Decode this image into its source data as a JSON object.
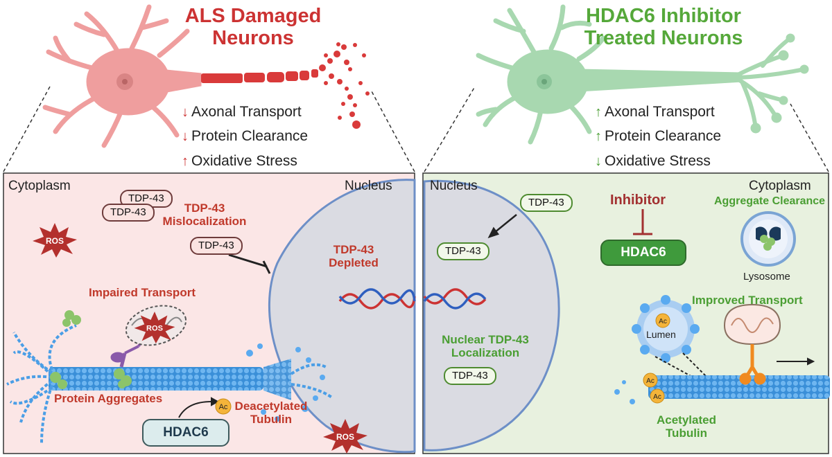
{
  "left": {
    "title_line1": "ALS Damaged",
    "title_line2": "Neurons",
    "effects": [
      {
        "arrow": "↓",
        "text": "Axonal Transport"
      },
      {
        "arrow": "↓",
        "text": "Protein Clearance"
      },
      {
        "arrow": "↑",
        "text": "Oxidative Stress"
      }
    ],
    "cytoplasm_label": "Cytoplasm",
    "nucleus_label": "Nucleus",
    "tdp_pills": [
      "TDP-43",
      "TDP-43",
      "TDP-43"
    ],
    "mislocalization_line1": "TDP-43",
    "mislocalization_line2": "Mislocalization",
    "depleted_line1": "TDP-43",
    "depleted_line2": "Depleted",
    "ros_label": "ROS",
    "impaired_transport": "Impaired Transport",
    "protein_aggregates": "Protein Aggregates",
    "ac_label": "Ac",
    "deacetylated_line1": "Deacetylated",
    "deacetylated_line2": "Tubulin",
    "hdac6": "HDAC6",
    "colors": {
      "accent": "#cc3333",
      "panel_bg": "#fbe6e6"
    }
  },
  "right": {
    "title_line1": "HDAC6 Inhibitor",
    "title_line2": "Treated Neurons",
    "effects": [
      {
        "arrow": "↑",
        "text": "Axonal Transport"
      },
      {
        "arrow": "↑",
        "text": "Protein Clearance"
      },
      {
        "arrow": "↓",
        "text": "Oxidative Stress"
      }
    ],
    "nucleus_label": "Nucleus",
    "cytoplasm_label": "Cytoplasm",
    "tdp_pills": [
      "TDP-43",
      "TDP-43",
      "TDP-43"
    ],
    "inhibitor": "Inhibitor",
    "hdac6": "HDAC6",
    "aggregate_clearance": "Aggregate Clearance",
    "lysosome": "Lysosome",
    "improved_transport": "Improved Transport",
    "lumen": "Lumen",
    "ac_label": "Ac",
    "nuclear_line1": "Nuclear TDP-43",
    "nuclear_line2": "Localization",
    "acetylated_line1": "Acetylated",
    "acetylated_line2": "Tubulin",
    "colors": {
      "accent": "#55a83a",
      "panel_bg": "#e8f1df"
    }
  }
}
